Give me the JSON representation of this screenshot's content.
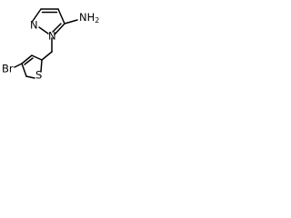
{
  "labels": {
    "amine": "NH",
    "amine_sub": "2",
    "pyrazole_n2": "N",
    "pyrazole_n1": "N",
    "thiophene_s": "S",
    "bromine": "Br"
  }
}
